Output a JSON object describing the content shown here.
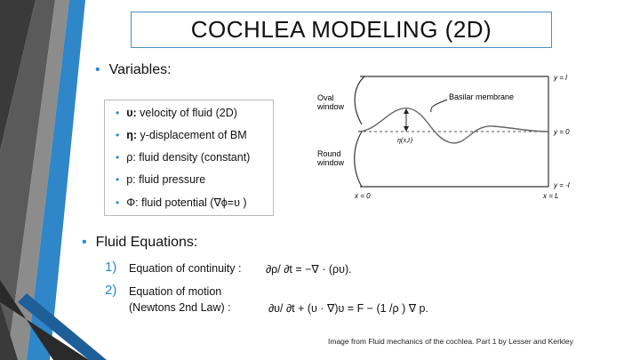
{
  "slide": {
    "title": "COCHLEA MODELING (2D)",
    "variables_heading": "Variables:",
    "variables": [
      {
        "symbol": "υ:",
        "text": "velocity of fluid (2D)"
      },
      {
        "symbol": "η:",
        "text": "y-displacement of BM"
      },
      {
        "symbol": "ρ:",
        "text": "fluid density (constant)"
      },
      {
        "symbol": "p:",
        "text": "fluid pressure"
      },
      {
        "symbol": "Φ:",
        "text": "fluid potential (∇ϕ=υ )"
      }
    ],
    "equations_heading": "Fluid Equations:",
    "equations": [
      {
        "num": "1)",
        "label": "Equation of continuity :",
        "formula": "∂ρ/ ∂t = −∇ · (ρυ)."
      },
      {
        "num": "2)",
        "label": "Equation of motion",
        "label2": "(Newtons 2nd Law) :",
        "formula": "∂υ/ ∂t + (υ · ∇)υ = F − (1 /ρ ) ∇ p."
      }
    ],
    "credit": "Image from Fluid mechanics of the cochlea. Part 1 by Lesser and Kerkley"
  },
  "diagram": {
    "oval_window": "Oval\nwindow",
    "round_window": "Round\nwindow",
    "basilar_membrane": "Basilar membrane",
    "eta_label": "η(x,t)",
    "y_top": "y = l",
    "y_mid": "y = 0",
    "y_bot": "y = -l",
    "x_left": "x = 0",
    "x_right": "x = L"
  },
  "colors": {
    "accent_blue": "#2f86c9",
    "title_border": "#4a8fc0"
  }
}
